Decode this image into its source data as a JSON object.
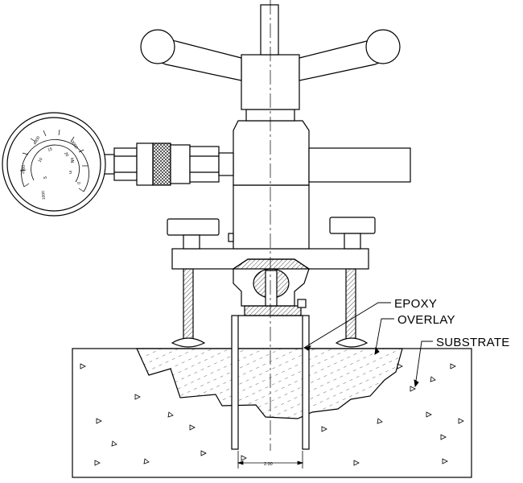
{
  "labels": {
    "epoxy": "EPOXY",
    "overlay": "OVERLAY",
    "substrate": "SUBSTRATE"
  },
  "gauge": {
    "outer_scale": [
      "4000",
      "3000",
      "2000",
      "1000"
    ],
    "inner_scale": [
      "20",
      "15",
      "10",
      "5",
      "0"
    ],
    "unit": "kN",
    "unit2": "in"
  },
  "dimension": {
    "diameter": "2.00"
  },
  "colors": {
    "line": "#000000",
    "background": "#ffffff"
  }
}
